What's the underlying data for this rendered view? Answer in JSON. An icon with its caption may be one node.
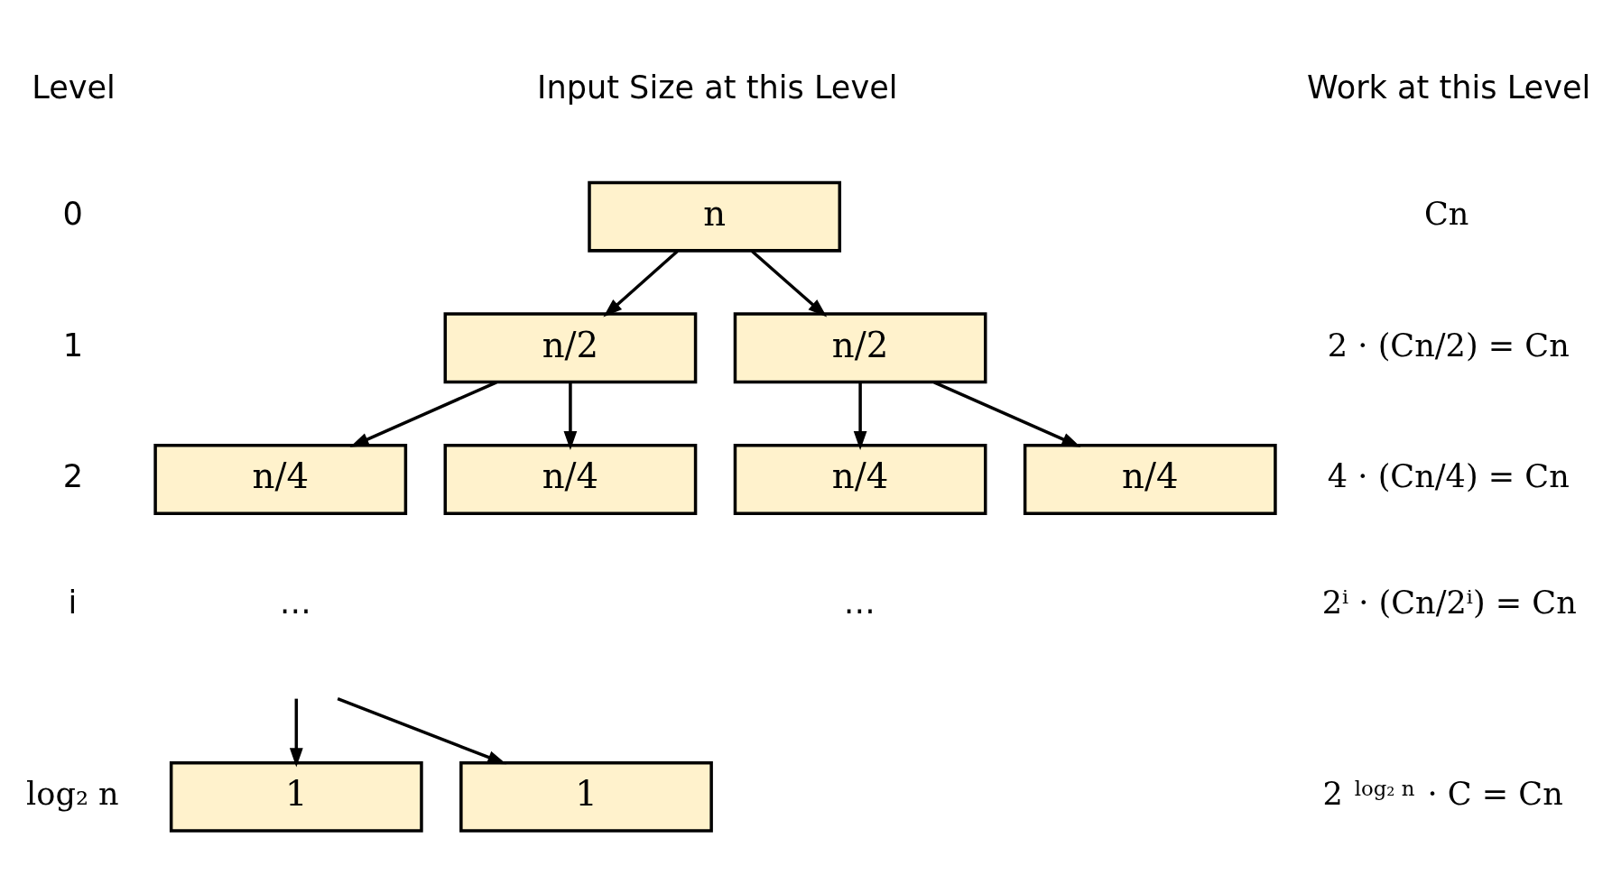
{
  "diagram": {
    "nodes": [
      {
        "text": [
          "n"
        ]
      },
      {
        "text": [
          "n/2"
        ]
      },
      {
        "text": [
          "n/2"
        ]
      },
      {
        "text": [
          "n/4"
        ]
      },
      {
        "text": [
          "n/4"
        ]
      },
      {
        "text": [
          "n/4"
        ]
      },
      {
        "text": [
          "n/4"
        ]
      },
      {
        "text": [
          "1"
        ]
      },
      {
        "text": [
          "1"
        ]
      }
    ],
    "edges": [
      {
        "from": 0,
        "to": 1,
        "arrow": "to"
      },
      {
        "from": 0,
        "to": 2,
        "arrow": "to"
      },
      {
        "from": 1,
        "to": 3,
        "arrow": "to"
      },
      {
        "from": 1,
        "to": 4,
        "arrow": "to"
      },
      {
        "from": 2,
        "to": 5,
        "arrow": "to"
      },
      {
        "from": 2,
        "to": 6,
        "arrow": "to"
      },
      {
        "from": null,
        "to": 7,
        "arrow": "to"
      },
      {
        "from": null,
        "to": 8,
        "arrow": "to"
      }
    ],
    "labels": [
      "Level",
      "Input Size at this Level",
      "Work at this Level",
      "0",
      "Cn",
      "1",
      "2 · (Cn/2) = Cn",
      "2",
      "4 · (Cn/4) = Cn",
      "i",
      "…",
      "…",
      "2ⁱ · (Cn/2ⁱ) = Cn",
      "log₂ n",
      "2$^{log₂ n}$ · C = Cn"
    ]
  }
}
